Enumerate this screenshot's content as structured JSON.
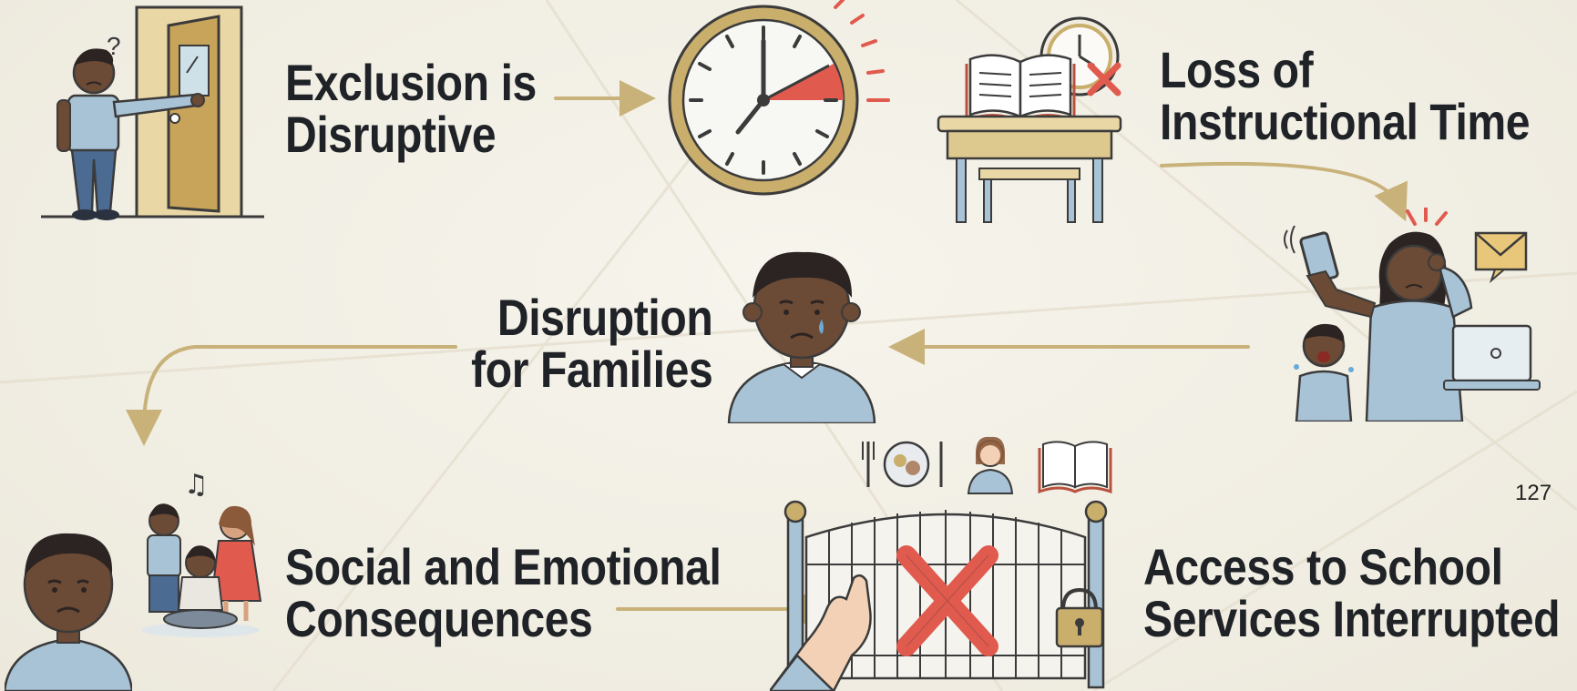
{
  "steps": {
    "exclusion": {
      "line1": "Exclusion is",
      "line2": "Disruptive"
    },
    "instructional": {
      "line1": "Loss of",
      "line2": "Instructional Time"
    },
    "families": {
      "line1": "Disruption",
      "line2": "for Families"
    },
    "social": {
      "line1": "Social and Emotional",
      "line2": "Consequences"
    },
    "services": {
      "line1": "Access to School",
      "line2": "Services Interrupted"
    }
  },
  "page_number": "127",
  "colors": {
    "accent_gold": "#c9b27a",
    "door": "#c8a45a",
    "alert_red": "#e05a4e",
    "skin": "#6b4a36",
    "shirt_blue": "#a9c3d6",
    "outline": "#3b3b3b"
  },
  "icons": [
    "door-icon",
    "clock-icon",
    "desk-book-icon",
    "stressed-parent-icon",
    "sad-boy-icon",
    "gate-lock-icon",
    "children-group-icon",
    "sad-child-icon"
  ]
}
